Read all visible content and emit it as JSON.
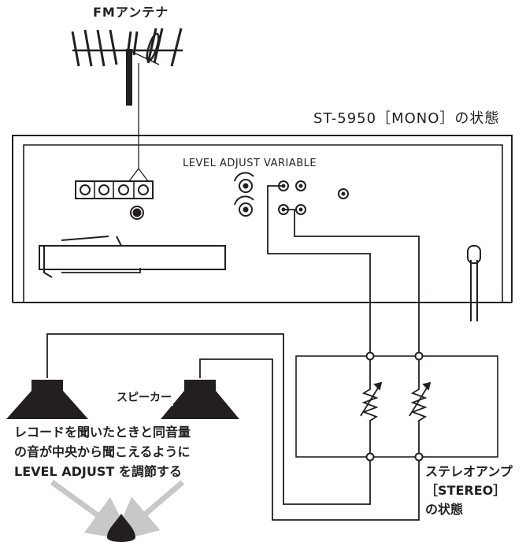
{
  "antenna": {
    "label": "FMアンテナ"
  },
  "tuner": {
    "label": "ST-5950［MONO］の状態"
  },
  "level_adjust": {
    "label": "LEVEL ADJUST VARIABLE"
  },
  "speakers": {
    "label": "スピーカー"
  },
  "instruction": {
    "line1": "レコードを聞いたときと同音量",
    "line2": "の音が中央から聞こえるように",
    "line3": "LEVEL ADJUST を調節する"
  },
  "amplifier": {
    "line1": "ステレオアンプ",
    "line2": "［STEREO］",
    "line3": "の状態"
  },
  "colors": {
    "ink": "#231f20",
    "arrow": "#c8c8c8",
    "background": "#ffffff"
  },
  "icons": [
    "antenna-icon",
    "speaker-icon",
    "listener-icon",
    "variable-resistor-icon",
    "rca-jack-icon",
    "power-cord-icon"
  ]
}
